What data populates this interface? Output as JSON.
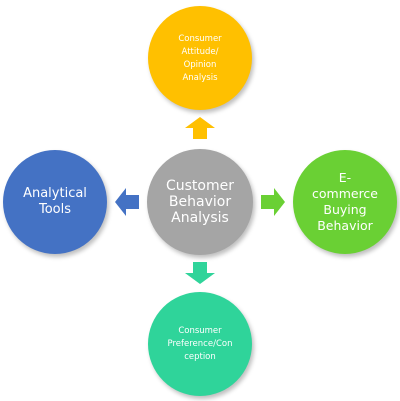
{
  "diagram": {
    "center": {
      "label": "Customer\nBehavior\nAnalysis",
      "color": "#a5a5a5"
    },
    "top": {
      "label": "Consumer\nAttitude/\nOpinion\nAnalysis",
      "color": "#ffc000"
    },
    "left": {
      "label": "Analytical\nTools",
      "color": "#4472c4"
    },
    "right": {
      "label": "E-\ncommerce\nBuying\nBehavior",
      "color": "#6ad034"
    },
    "bottom": {
      "label": "Consumer\nPreference/Con\nception",
      "color": "#2fd49a"
    },
    "arrows": {
      "up_color": "#ffc000",
      "left_color": "#4472c4",
      "right_color": "#6ad034",
      "down_color": "#2fd49a"
    }
  }
}
